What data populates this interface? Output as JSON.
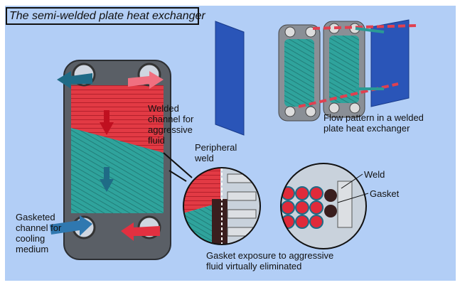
{
  "title": "The semi-welded plate heat exchanger",
  "labels": {
    "welded_channel": "Welded channel for aggressive fluid",
    "flow_pattern": "Flow pattern in a welded plate heat exchanger",
    "peripheral_weld": "Peripheral weld",
    "weld": "Weld",
    "gasket": "Gasket",
    "gasketed_channel": "Gasketed channel for cooling medium",
    "gasket_exposure": "Gasket exposure to aggressive fluid virtually eliminated"
  },
  "colors": {
    "background": "#b2cef6",
    "aggressive": "#e0303c",
    "cooling": "#2a9a95",
    "plate_blue": "#2a55b8",
    "frame": "#555a60"
  }
}
